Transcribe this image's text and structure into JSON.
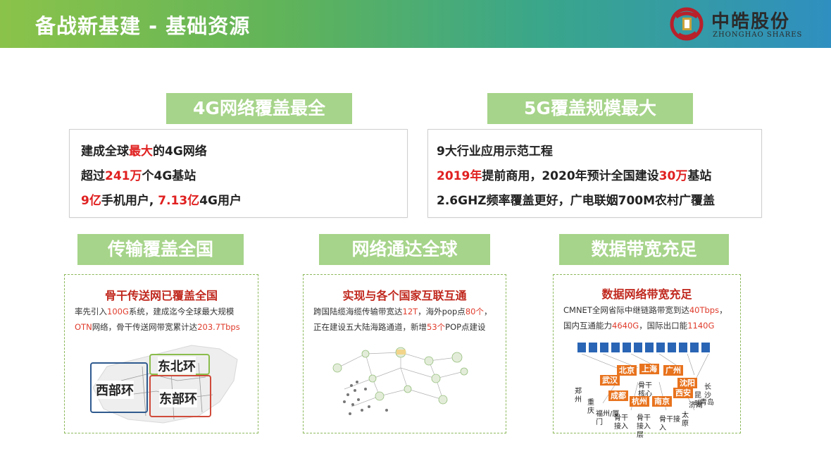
{
  "header": {
    "title": "备战新基建 - 基础资源",
    "logo_cn": "中皓股份",
    "logo_en": "ZHONGHAO SHARES"
  },
  "section_4g": {
    "tag": "4G网络覆盖最全",
    "line1_pre": "建成全球",
    "line1_hl": "最大",
    "line1_post": "的4G网络",
    "line2_pre": "超过",
    "line2_hl": "241万",
    "line2_post": "个4G基站",
    "line3_hl1": "9亿",
    "line3_mid": "手机用户, ",
    "line3_hl2": "7.13亿",
    "line3_post": "4G用户"
  },
  "section_5g": {
    "tag": "5G覆盖规模最大",
    "line1": "9大行业应用示范工程",
    "line2_hl1": "2019年",
    "line2_mid": "提前商用，2020年预计全国建设",
    "line2_hl2": "30万",
    "line2_post": "基站",
    "line3": "2.6GHZ频率覆盖更好，广电联姻700M农村广覆盖"
  },
  "transmission": {
    "tag": "传输覆盖全国",
    "title": "骨干传送网已覆盖全国",
    "l1_pre": "率先引入",
    "l1_hl": "100G",
    "l1_post": "系统，建成迄今全球最大规模",
    "l2_hl1": "OTN",
    "l2_mid": "网络，骨干传送网带宽累计达",
    "l2_hl2": "203.7Tbps",
    "ring_west": "西部环",
    "ring_northeast": "东北环",
    "ring_east": "东部环"
  },
  "global_net": {
    "tag": "网络通达全球",
    "title": "实现与各个国家互联互通",
    "l1_pre": "跨国陆缆海缆传输带宽达",
    "l1_hl1": "12T",
    "l1_mid": "，海外pop点",
    "l1_hl2": "80个",
    "l1_post": "，",
    "l2_pre": "正在建设五大陆海路通道，新增",
    "l2_hl": "53个",
    "l2_post": "POP点建设"
  },
  "bandwidth": {
    "tag": "数据带宽充足",
    "title": "数据网络带宽充足",
    "l1_pre": "CMNET全网省际中继链路带宽到达",
    "l1_hl": "40Tbps",
    "l1_post": "，",
    "l2_pre": "国内互通能力",
    "l2_hl1": "4640G",
    "l2_mid": "，国际出口能",
    "l2_hl2": "1140G",
    "cities": {
      "beijing": "北京",
      "shanghai": "上海",
      "guangzhou": "广州",
      "wuhan": "武汉",
      "shenyang": "沈阳",
      "chengdu": "成都",
      "hangzhou": "杭州",
      "nanjing": "南京",
      "xian": "西安"
    },
    "labels": {
      "core": "骨干核心层",
      "zhengzhou": "郑州",
      "chongqing": "重庆",
      "fuzhou": "福州/厦门",
      "access1": "骨干接入",
      "access2": "骨干接入层",
      "access3": "骨干接入",
      "jinan": "济南",
      "taiyuan": "太原",
      "changsha": "长沙",
      "qingdao": "青岛",
      "kunming": "昆明"
    }
  },
  "colors": {
    "tag_bg": "#a6d48a",
    "highlight": "#e02020",
    "city_orange": "#e8731e",
    "ring_blue": "#2f5a8f",
    "ring_green": "#8bbd4c",
    "ring_red": "#d04a3a"
  }
}
